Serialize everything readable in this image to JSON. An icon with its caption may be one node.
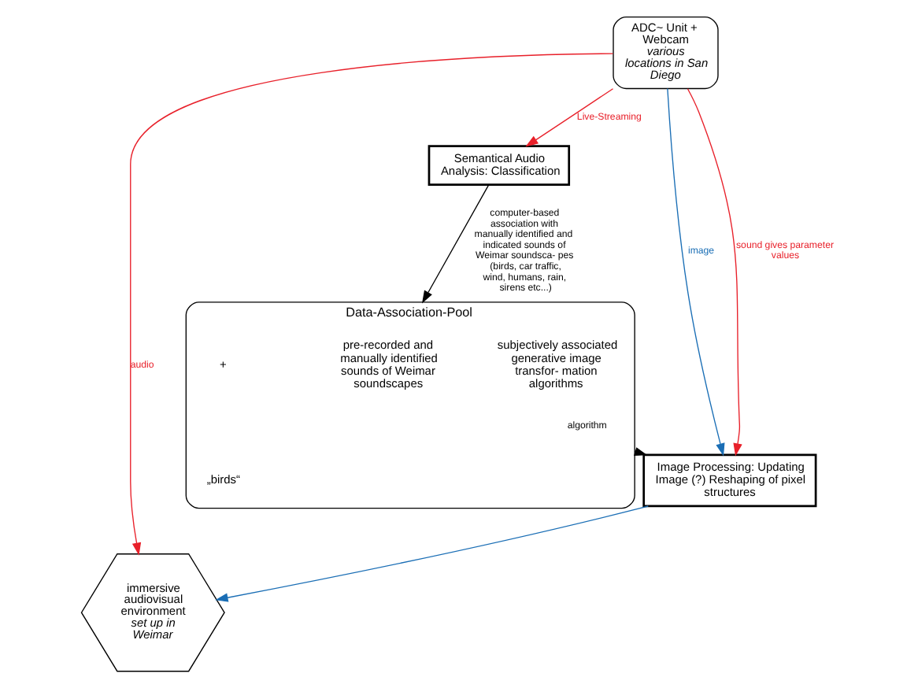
{
  "diagram": {
    "nodes": [
      {
        "text": [
          "ADC~ Unit + Webcam",
          "various locations in San Diego"
        ]
      },
      {
        "text": [
          "immersive audiovisual environment",
          "set up in Weimar"
        ]
      },
      {
        "text": [
          "Semantical Audio Analysis: Classification"
        ]
      },
      {
        "text": [
          "Image Processing: Updating Image (?) Reshaping of pixel structures"
        ]
      },
      {
        "text": [
          "Data-Association-Pool"
        ]
      },
      {
        "text": [
          "pre-recorded and manually identified sounds of Weimar soundscapes"
        ],
        "in": 4
      },
      {
        "text": [
          "subjectively associated generative image transfor- mation algorithms"
        ],
        "in": 4
      }
    ],
    "edges": [
      {
        "from": 0,
        "to": 3,
        "arrow": "to",
        "label": "image",
        "color": "#1a6eb5"
      },
      {
        "from": 0,
        "to": 1,
        "arrow": "to",
        "label": "audio",
        "color": "#e8202a"
      },
      {
        "from": 0,
        "to": 2,
        "arrow": "to",
        "label": "Live-Streaming",
        "color": "#e8202a"
      },
      {
        "from": 0,
        "to": 3,
        "arrow": "to",
        "label": "sound gives parameter values",
        "color": "#e8202a"
      },
      {
        "from": 2,
        "to": 4,
        "arrow": "to",
        "label": "computer-based association with manually identified and indicated sounds of Weimar soundsca- pes (birds, car traffic, wind, humans, rain, sirens etc...)",
        "color": "#000000"
      },
      {
        "from": 4,
        "to": 3,
        "arrow": "to",
        "label": "algorithm",
        "color": "#000000"
      },
      {
        "from": 3,
        "to": 1,
        "arrow": "to",
        "color": "#1a6eb5"
      }
    ],
    "labels": [
      "+",
      "„birds“"
    ]
  }
}
